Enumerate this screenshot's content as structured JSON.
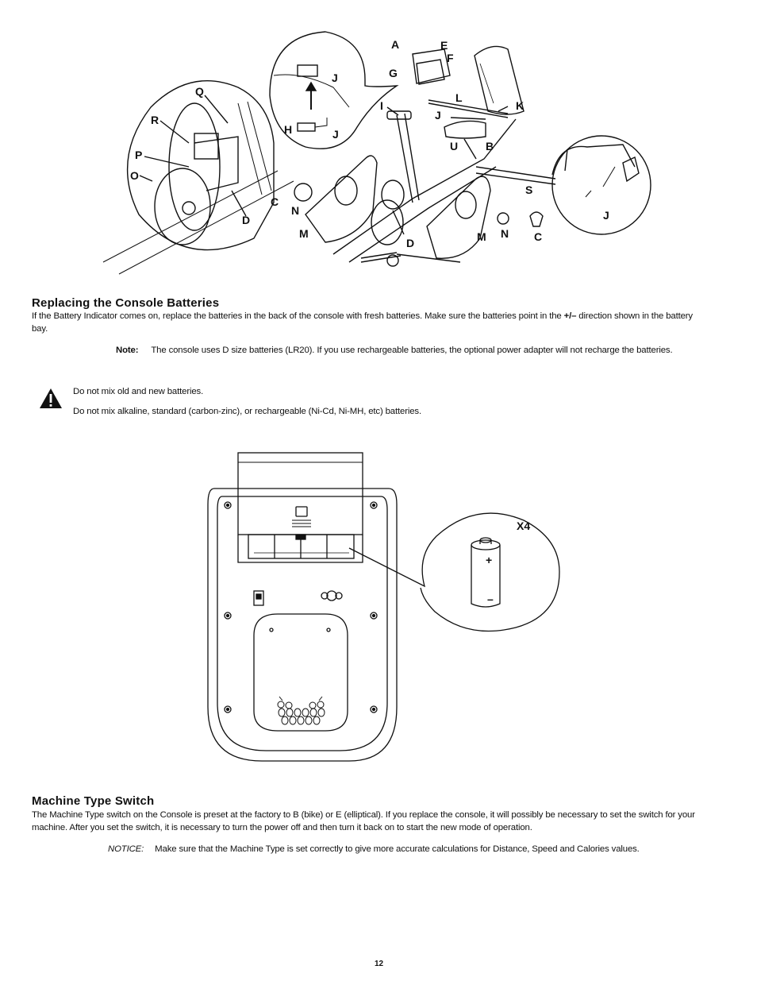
{
  "figure1": {
    "labels": {
      "A": "A",
      "E": "E",
      "F": "F",
      "G": "G",
      "J": "J",
      "Q": "Q",
      "R": "R",
      "P": "P",
      "O": "O",
      "H": "H",
      "I": "I",
      "L": "L",
      "K": "K",
      "U": "U",
      "B": "B",
      "C": "C",
      "N": "N",
      "M": "M",
      "D": "D",
      "S": "S"
    }
  },
  "section1": {
    "heading": "Replacing the Console Batteries",
    "body_part1": "If the Battery Indicator comes on, replace the batteries in the back of the console with fresh batteries.  Make sure the batteries point in the ",
    "body_symbol": "+/–",
    "body_part2": " direction shown in the battery bay.",
    "note_label": "Note:",
    "note_text": "The console uses D size batteries (LR20). If you use rechargeable batteries, the optional power adapter will not recharge the batteries.",
    "warnings": [
      "Do not mix old and new batteries.",
      "Do not mix alkaline, standard (carbon-zinc), or rechargeable (Ni-Cd, Ni-MH, etc) batteries."
    ]
  },
  "figure2": {
    "quantity": "X4",
    "plus": "+",
    "minus": "–"
  },
  "section2": {
    "heading": "Machine Type Switch",
    "body": "The Machine Type switch on the Console is preset at the factory to B (bike) or E (elliptical).  If you replace the console, it will possibly be necessary to set the switch for your machine.  After you set the switch, it is necessary to turn the power off and then turn it back on to start the new mode of operation.",
    "notice_label": "NOTICE:",
    "notice_text": "Make sure that the Machine Type is set correctly to give more accurate calculations for Distance, Speed and Calories values."
  },
  "page_number": "12"
}
